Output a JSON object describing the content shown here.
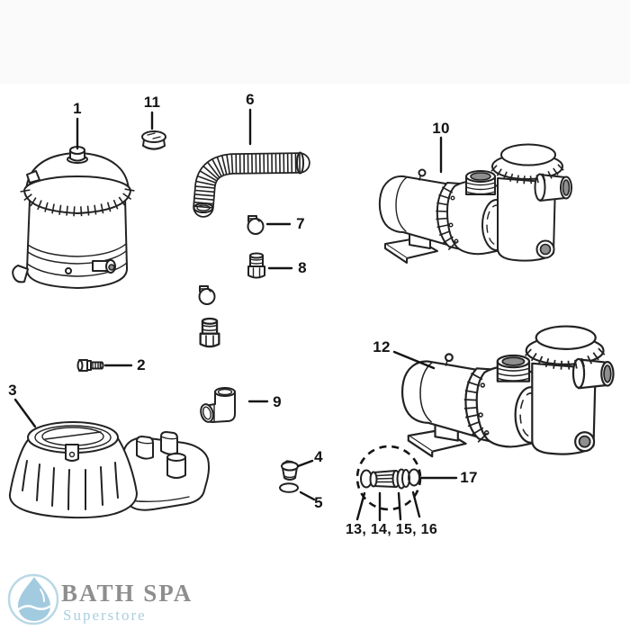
{
  "page": {
    "background": "#ffffff",
    "top_band_color": "#fafafa",
    "line_color": "#222222"
  },
  "part_labels": {
    "p1": "1",
    "p2": "2",
    "p3": "3",
    "p4": "4",
    "p5": "5",
    "p6": "6",
    "p7": "7",
    "p8": "8",
    "p9": "9",
    "p10": "10",
    "p11": "11",
    "p12": "12",
    "p17": "17",
    "group": "13, 14, 15, 16"
  },
  "logo": {
    "brand": "BATH SPA",
    "tagline": "Superstore",
    "brand_color": "#8e8e8e",
    "accent_color": "#a5cbdf"
  }
}
